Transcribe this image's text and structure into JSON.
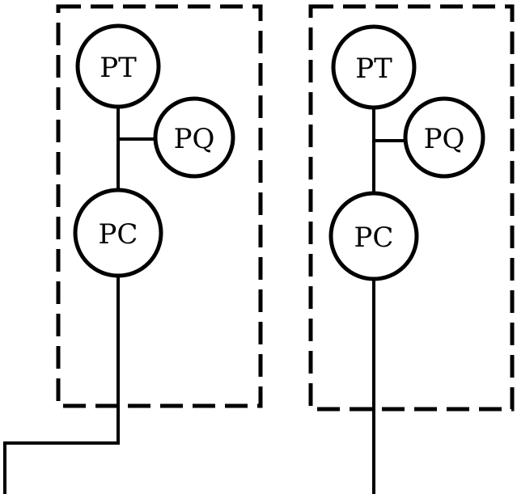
{
  "panels": [
    {
      "nodes": {
        "top": "PT",
        "side": "PQ",
        "bottom": "PC"
      }
    },
    {
      "nodes": {
        "top": "PT",
        "side": "PQ",
        "bottom": "PC"
      }
    }
  ]
}
